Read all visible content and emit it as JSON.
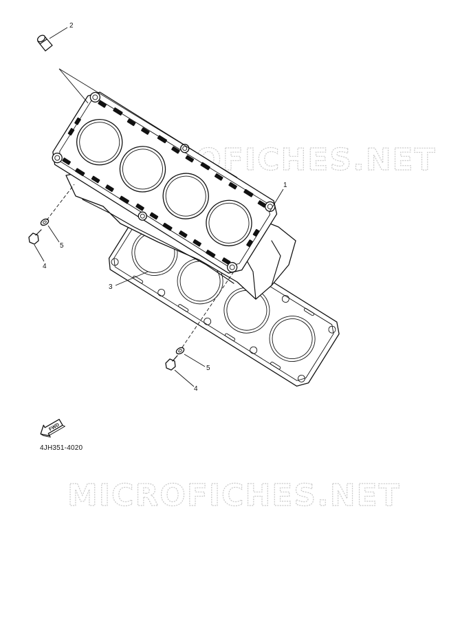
{
  "callouts": [
    {
      "id": "1",
      "text": "1"
    },
    {
      "id": "2",
      "text": "2"
    },
    {
      "id": "3",
      "text": "3"
    },
    {
      "id": "4a",
      "text": "4"
    },
    {
      "id": "5a",
      "text": "5"
    },
    {
      "id": "5b",
      "text": "5"
    },
    {
      "id": "4b",
      "text": "4"
    }
  ],
  "fwd_label": "FWD",
  "diagram_code": "4JH351-4020",
  "watermark": "MICROFICHES.NET"
}
